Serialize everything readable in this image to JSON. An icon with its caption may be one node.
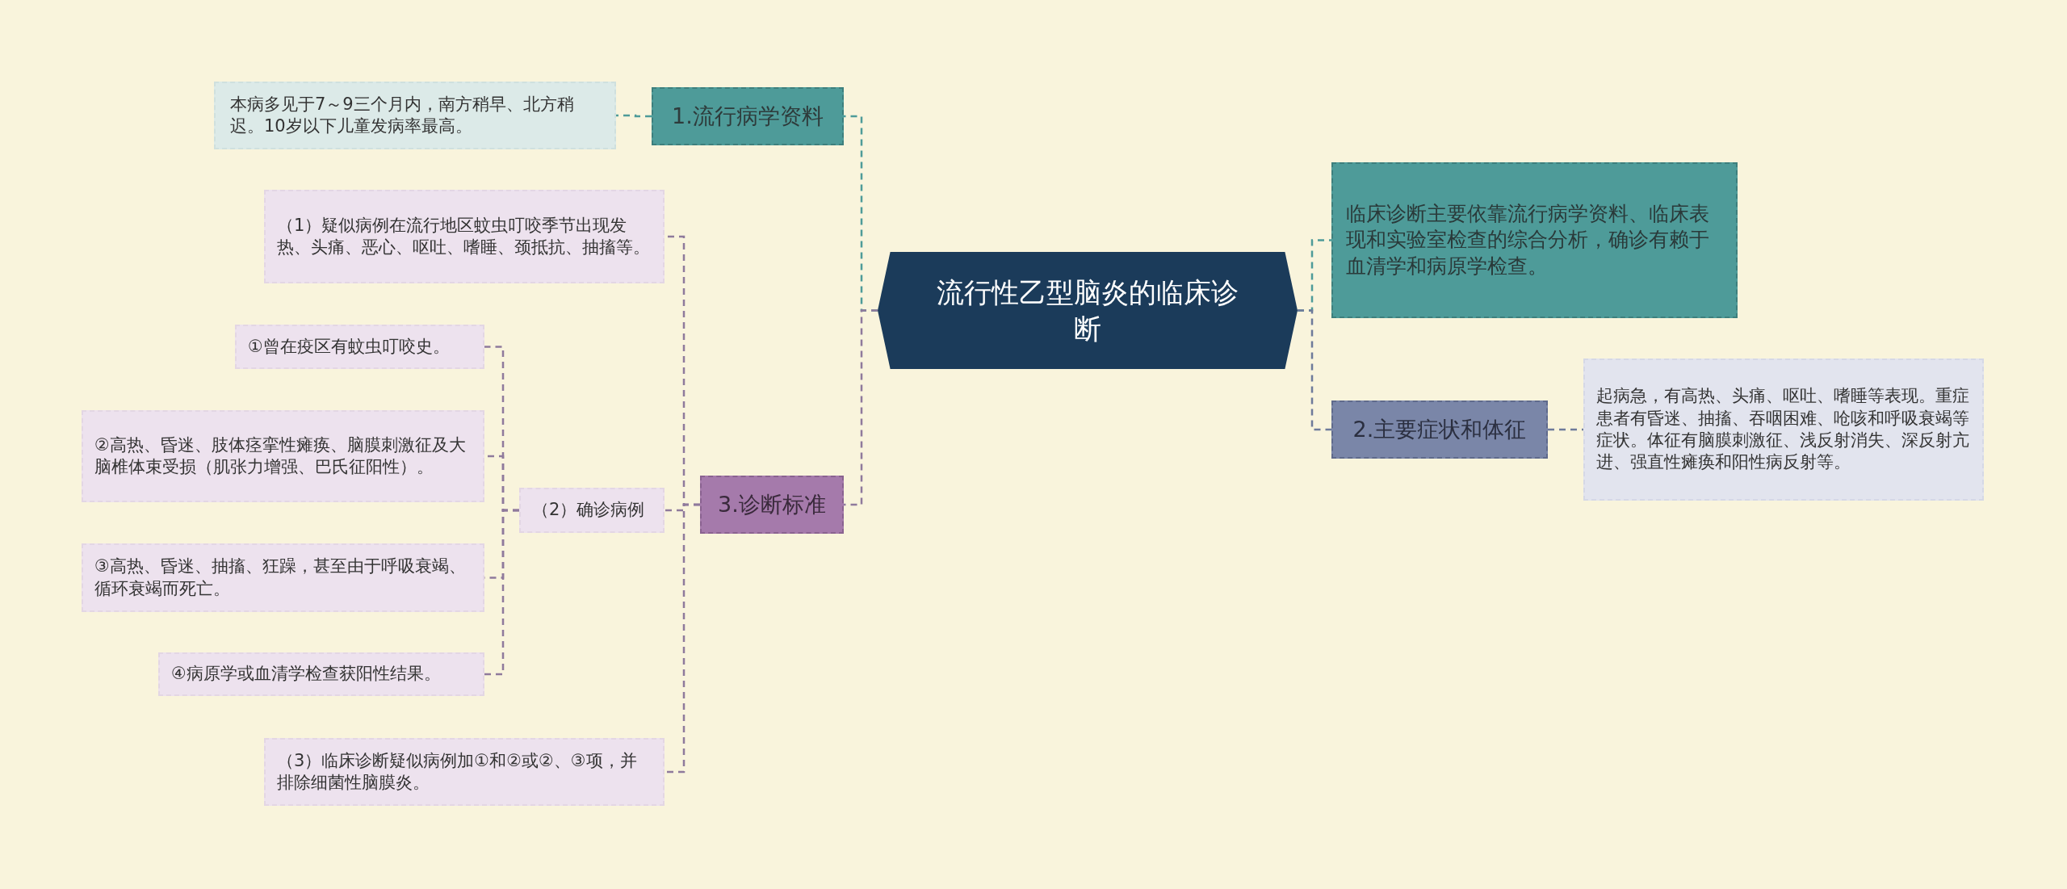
{
  "diagram": {
    "nodes": [
      {
        "text": [
          "流行性乙型脑炎的临床诊断"
        ]
      },
      {
        "text": [
          "1.流行病学资料"
        ]
      },
      {
        "text": [
          "本病多见于7～9三个月内，南方稍早、北方稍迟。10岁以下儿童发病率最高。"
        ]
      },
      {
        "text": [
          "（1）疑似病例在流行地区蚊虫叮咬季节出现发热、头痛、恶心、呕吐、嗜睡、颈抵抗、抽搐等。"
        ]
      },
      {
        "text": [
          "①曾在疫区有蚊虫叮咬史。"
        ]
      },
      {
        "text": [
          "②高热、昏迷、肢体痉挛性瘫痪、脑膜刺激征及大脑椎体束受损（肌张力增强、巴氏征阳性）。"
        ]
      },
      {
        "text": [
          "（2）确诊病例"
        ]
      },
      {
        "text": [
          "3.诊断标准"
        ]
      },
      {
        "text": [
          "③高热、昏迷、抽搐、狂躁，甚至由于呼吸衰竭、循环衰竭而死亡。"
        ]
      },
      {
        "text": [
          "④病原学或血清学检查获阳性结果。"
        ]
      },
      {
        "text": [
          "（3）临床诊断疑似病例加①和②或②、③项，并排除细菌性脑膜炎。"
        ]
      },
      {
        "text": [
          "临床诊断主要依靠流行病学资料、临床表现和实验室检查的综合分析，确诊有赖于血清学和病原学检查。"
        ]
      },
      {
        "text": [
          "2.主要症状和体征"
        ]
      },
      {
        "text": [
          "起病急，有高热、头痛、呕吐、嗜睡等表现。重症患者有昏迷、抽搐、吞咽困难、呛咳和呼吸衰竭等症状。体征有脑膜刺激征、浅反射消失、深反射亢进、强直性瘫痪和阳性病反射等。"
        ]
      }
    ],
    "edges": [
      {
        "from": 0,
        "to": 1,
        "arrow": "none",
        "style": "dashed",
        "color": "#4e9b99"
      },
      {
        "from": 1,
        "to": 2,
        "arrow": "none",
        "style": "dashed",
        "color": "#4e9b99"
      },
      {
        "from": 0,
        "to": 7,
        "arrow": "none",
        "style": "dashed",
        "color": "#8f7a9c"
      },
      {
        "from": 7,
        "to": 3,
        "arrow": "none",
        "style": "dashed",
        "color": "#8f7a9c"
      },
      {
        "from": 7,
        "to": 6,
        "arrow": "none",
        "style": "dashed",
        "color": "#8f7a9c"
      },
      {
        "from": 7,
        "to": 10,
        "arrow": "none",
        "style": "dashed",
        "color": "#8f7a9c"
      },
      {
        "from": 6,
        "to": 4,
        "arrow": "none",
        "style": "dashed",
        "color": "#8f7a9c"
      },
      {
        "from": 6,
        "to": 5,
        "arrow": "none",
        "style": "dashed",
        "color": "#8f7a9c"
      },
      {
        "from": 6,
        "to": 8,
        "arrow": "none",
        "style": "dashed",
        "color": "#8f7a9c"
      },
      {
        "from": 6,
        "to": 9,
        "arrow": "none",
        "style": "dashed",
        "color": "#8f7a9c"
      },
      {
        "from": 0,
        "to": 11,
        "arrow": "none",
        "style": "dashed",
        "color": "#4e9b99"
      },
      {
        "from": 0,
        "to": 12,
        "arrow": "none",
        "style": "dashed",
        "color": "#6e7a9a"
      },
      {
        "from": 12,
        "to": 13,
        "arrow": "none",
        "style": "dashed",
        "color": "#6e7a9a"
      }
    ]
  }
}
